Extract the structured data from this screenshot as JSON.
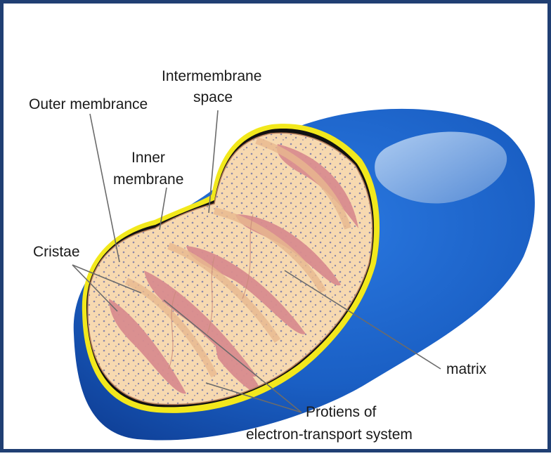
{
  "labels": {
    "intermembrane_1": "Intermembrane",
    "intermembrane_2": "space",
    "outer_membrane": "Outer membrance",
    "inner_membrane_1": "Inner",
    "inner_membrane_2": "membrane",
    "cristae": "Cristae",
    "matrix": "matrix",
    "proteins_1": "Protiens of",
    "proteins_2": "electron-transport system"
  },
  "colors": {
    "frame_border": "#203f73",
    "outer_membrane": "#1a5fc4",
    "outer_highlight": "#7aa7e0",
    "membrane_edge": "#f2e81c",
    "intermembrane_space": "#111111",
    "cristae_fill": "#f7d9b0",
    "cristae_fold_shadow": "#d98d8f",
    "matrix_dots": "#8b86a8"
  }
}
